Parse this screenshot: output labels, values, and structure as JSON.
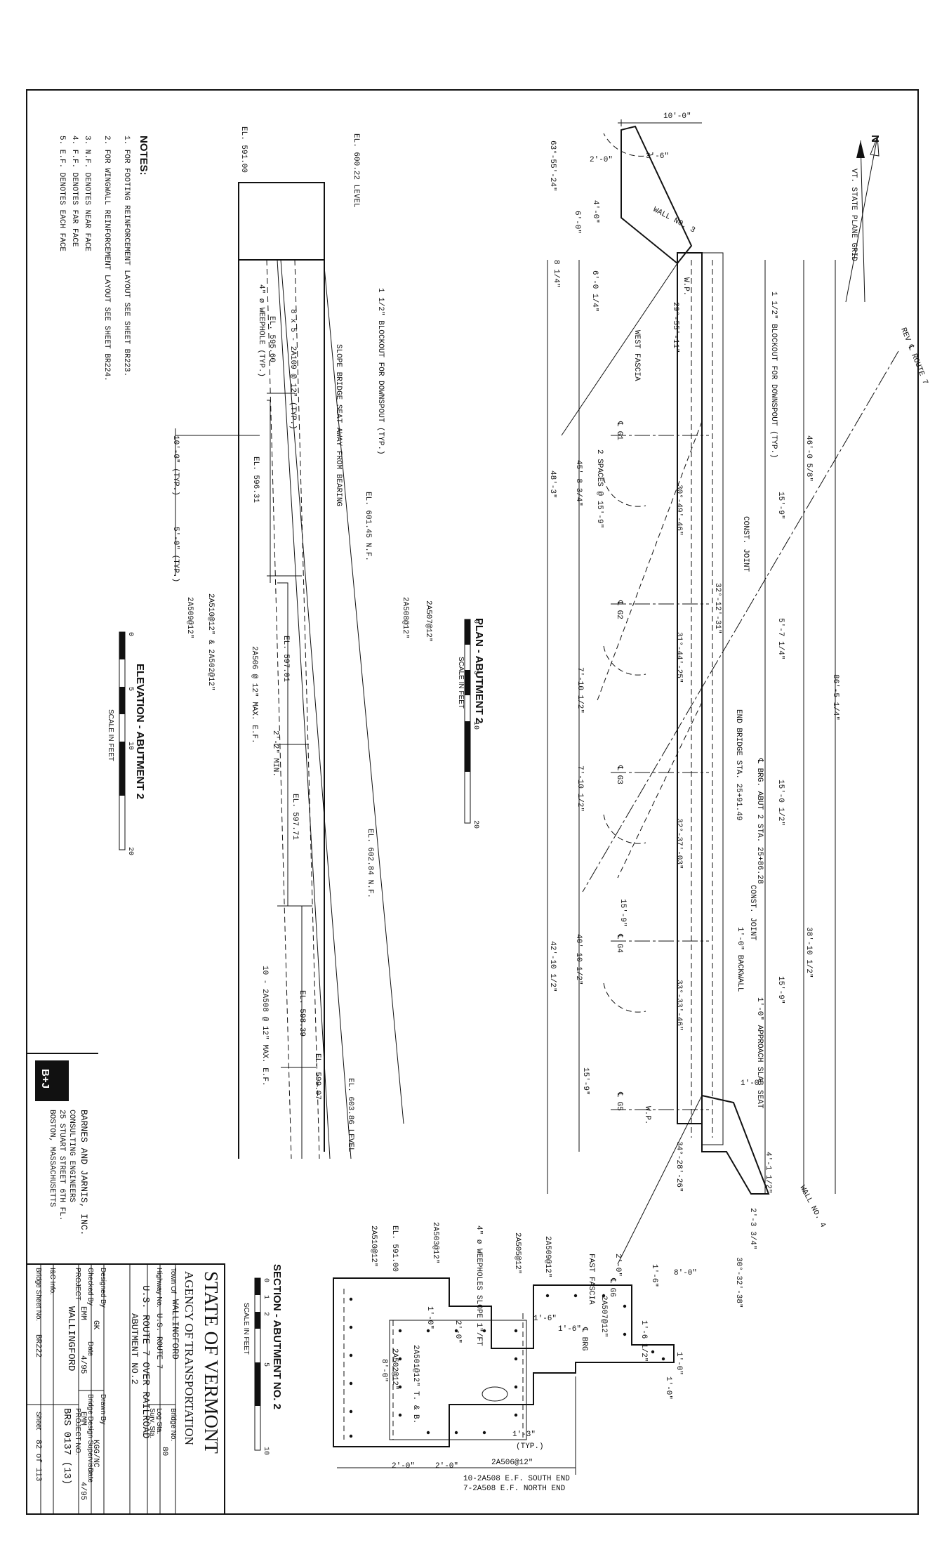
{
  "notes": {
    "title": "NOTES:",
    "items": [
      "1. FOR FOOTING REINFORCEMENT LAYOUT SEE SHEET BR223.",
      "2. FOR WINGWALL REINFORCEMENT LAYOUT SEE SHEET BR224.",
      "3. N.F. DENOTES NEAR FACE",
      "4. F.F. DENOTES FAR FACE",
      "5. E.F. DENOTES EACH FACE"
    ]
  },
  "north": {
    "label": "N",
    "grid": "VT. STATE PLANE GRID"
  },
  "route": "REV ℄ ROUTE 7",
  "views": {
    "plan": {
      "title": "PLAN - ABUTMENT 2",
      "scale": "SCALE IN FEET"
    },
    "elevation": {
      "title": "ELEVATION - ABUTMENT 2",
      "scale": "SCALE IN FEET"
    },
    "section": {
      "title": "SECTION - ABUTMENT NO. 2",
      "scale": "SCALE IN FEET"
    }
  },
  "scale_ticks": [
    "0",
    "5",
    "10",
    "20"
  ],
  "section_ticks": [
    "0",
    "1",
    "2",
    "5",
    "10"
  ],
  "plan_labels": {
    "wall3": "WALL NO. 3",
    "wall4": "WALL NO. 4",
    "dim_10": "10'-0\"",
    "dim_3_6": "3'-6\"",
    "dim_2_0": "2'-0\"",
    "dim_4_0": "4'-0\"",
    "dim_6_0": "6'-0\"",
    "dim_8_1_4": "8 1/4\"",
    "dim_6_0_1_4": "6'-0 1/4\"",
    "ang_63": "63°-55'-24\"",
    "ang_29": "29°-55'-11\"",
    "wp": "W.P.",
    "west_fascia": "WEST FASCIA",
    "blockout": "1 1/2\" BLOCKOUT FOR DOWNSPOUT (TYP.)",
    "g1": "℄ G1",
    "g2": "℄ G2",
    "g3": "℄ G3",
    "g4": "℄ G4",
    "g5": "℄ G5",
    "g6": "℄ G6",
    "spaces": "2 SPACES @ 15'-9\"",
    "dim_45_8": "45'-8 3/4\"",
    "dim_48_3": "48'-3\"",
    "dim_46": "46'-0 5/8\"",
    "dim_15_9": "15'-9\"",
    "dim_86": "86'-5 1/4\"",
    "dim_5_7": "5'-7 1/4\"",
    "dim_15_0": "15'-0 1/2\"",
    "dim_38": "38'-10 1/2\"",
    "dim_7_10a": "7'-10 1/2\"",
    "dim_7_10b": "7'-10 1/2\"",
    "dim_40": "40'-10 1/2\"",
    "dim_42": "42'-10 1/2\"",
    "ang_30": "30°-49'-46\"",
    "ang_32a": "32°-12'-31\"",
    "ang_31": "31°-44'-25\"",
    "ang_32b": "32°-37'-03\"",
    "ang_33": "33°-33'-46\"",
    "ang_34": "34°-28'-26\"",
    "ang_30b": "30°-32'-38\"",
    "const_joint": "CONST. JOINT",
    "const_joint2": "CONST. JOINT",
    "end_bridge": "END BRIDGE STA. 25+91.49",
    "brg_abut": "℄ BRG. ABUT 2 STA. 25+86.28",
    "backwall": "1'-0\" BACKWALL",
    "approach": "1'-0\" APPROACH SLAB SEAT",
    "dim_1_0": "1'-0\"",
    "fast_fascia": "FAST FASCIA",
    "wp2": "W.P.",
    "dim_8_0": "8'-0\"",
    "dim_1_6": "1'-6\"",
    "dim_2_0b": "2'-0\"",
    "dim_2_3": "2'-3 3/4\"",
    "dim_4_1": "4'-1 1/2\"",
    "dim_15_9b": "15'-9\"",
    "dim_15_9c": "15'-9\""
  },
  "elev_labels": {
    "el600": "EL. 600.22 LEVEL",
    "el591": "EL. 591.00",
    "weephole": "4\" ø WEEPHOLE (TYP.)",
    "bars": "8 x 5 - 2A109 @ 12\" (TYP.)",
    "el595": "EL. 595.60",
    "blockout": "1 1/2\" BLOCKOUT FOR DOWNSPOUT (TYP.)",
    "slope": "SLOPE BRIDGE SEAT AWAY FROM BEARING",
    "el596": "EL. 596.31",
    "el601": "EL. 601.45 N.F.",
    "dim_10": "10'-0\" (TYP.)",
    "dim_5": "5'-0\" (TYP.)",
    "bar_a": "2A507@12\"",
    "bar_b": "2A508@12\"",
    "bar_c": "2A510@12\" & 2A502@12\"",
    "bar_d": "2A509@12\"",
    "el597a": "EL. 597.01",
    "bar_e": "2A506 @ 12\" MAX. E.F.",
    "min": "2'-2\" MIN.",
    "el597b": "EL. 597.71",
    "el602": "EL. 602.84 N.F.",
    "bar_f": "10 - 2A508 @ 12\" MAX. E.F.",
    "el598": "EL. 598.39",
    "el599": "EL. 599.07",
    "el603": "EL. 603.86 LEVEL"
  },
  "section_labels": {
    "el591": "EL. 591.00",
    "b510": "2A510@12\"",
    "b503": "2A503@12\"",
    "weep": "4\" ø WEEPHOLES SLOPE 1\"/FT",
    "b505": "2A505@12\"",
    "b509": "2A509@12\"",
    "b507": "2A507@12\"",
    "brg": "℄ BRG",
    "d_1_0": "1'-0\"",
    "d_2_0": "2'-0\"",
    "d_1_6a": "1'-6\"",
    "d_1_6b": "1'-6\"",
    "d_1_6_1_2": "1'-6 1/2\"",
    "d_8_0": "8'-0\"",
    "b501": "2A501@12\" T. & B.",
    "b502": "2A502@12\"",
    "d_2_0b": "2'-0\"",
    "d_2_0c": "2'-0\"",
    "d_1_3": "1'-3\"",
    "typ": "(TYP.)",
    "b506": "2A506@12\"",
    "south": "10-2A508 E.F. SOUTH END",
    "north": "7-2A508 E.F. NORTH END",
    "d_1_0b": "1'-0\"",
    "d_1_0c": "1'-0\""
  },
  "firm": {
    "name": "BARNES AND JARNIS, INC.",
    "line2": "CONSULTING ENGINEERS",
    "line3": "25 STUART STREET 6TH FL.",
    "line4": "BOSTON, MASSACHUSETTS"
  },
  "title_block": {
    "state": "STATE OF VERMONT",
    "agency": "AGENCY OF TRANSPORTATION",
    "town_label": "Town Of",
    "town": "WALLINGFORD",
    "bridge_no_label": "Bridge No.",
    "bridge_no": "80",
    "highway_label": "Highway No.",
    "highway": "U.S. ROUTE 7",
    "log_sta": "Log Sta.",
    "surv_sta": "Surv. Sta.",
    "desc1": "U.S. ROUTE 7 OVER RAILROAD",
    "desc2": "ABUTMENT NO.2",
    "designed_label": "Designed By",
    "designed": "GK",
    "drawn_label": "Drawn By",
    "drawn": "KGG/NC",
    "checked_label": "Checked By",
    "checked": "EMM",
    "date_label": "Date",
    "date1": "4/95",
    "supervisor_label": "Bridge Design Supervisor",
    "supervisor": "EMM",
    "date2": "4/95",
    "project_label": "PROJECT",
    "project": "WALLINGFORD",
    "project_no_label": "PROJECT NO.",
    "project_no": "BRS 0137 (13)",
    "info_label": "I&C Info.",
    "sheet_label": "Bridge Sheet No.",
    "sheet": "BR222",
    "sheet_of_label": "Sheet",
    "sheet_of": "82 of 113"
  }
}
